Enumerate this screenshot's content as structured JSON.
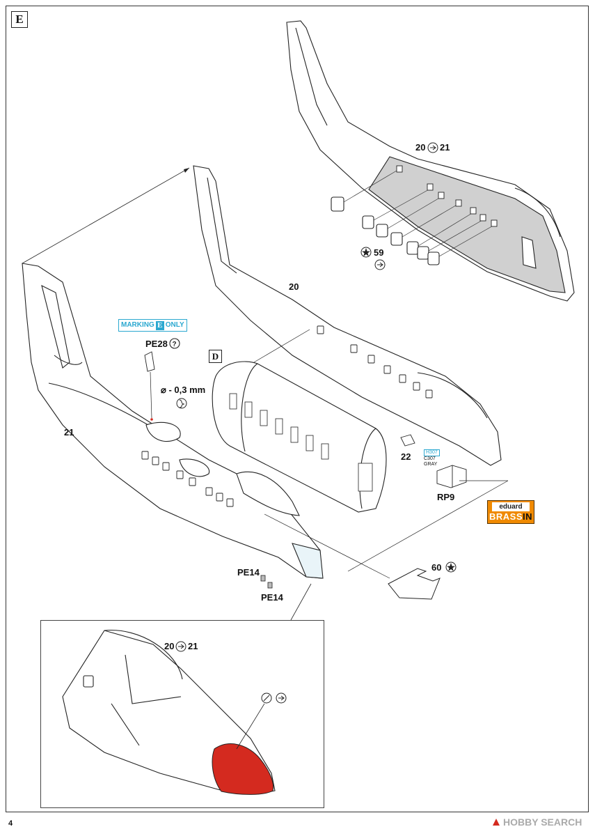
{
  "step": {
    "label": "E"
  },
  "subassembly": {
    "label": "D"
  },
  "page_number": "4",
  "marking_note": {
    "text_before": "MARKING",
    "badge": "E",
    "text_after": "ONLY"
  },
  "parts": {
    "fuselage_right": "20",
    "fuselage_left": "21",
    "part_22": "22",
    "pe28": "PE28",
    "drill": "⌀ - 0,3 mm",
    "rp9": "RP9",
    "pe14_a": "PE14",
    "pe14_b": "PE14",
    "part_59": "59",
    "part_60": "60",
    "join_top_a": "20",
    "join_top_b": "21",
    "join_detail_a": "20",
    "join_detail_b": "21"
  },
  "paint_callout": {
    "code": "H307",
    "line2": "C307",
    "line3": "GRAY"
  },
  "brassin": {
    "top": "eduard",
    "bottom_a": "BRASS",
    "bottom_b": "IN"
  },
  "watermark": {
    "text": "HOBBY SEARCH"
  },
  "colors": {
    "blue_callout": "#2ba8d0",
    "red_nose": "#d42a1f",
    "brassin_orange": "#f08a00",
    "interior_gray": "#cfcfcf"
  }
}
